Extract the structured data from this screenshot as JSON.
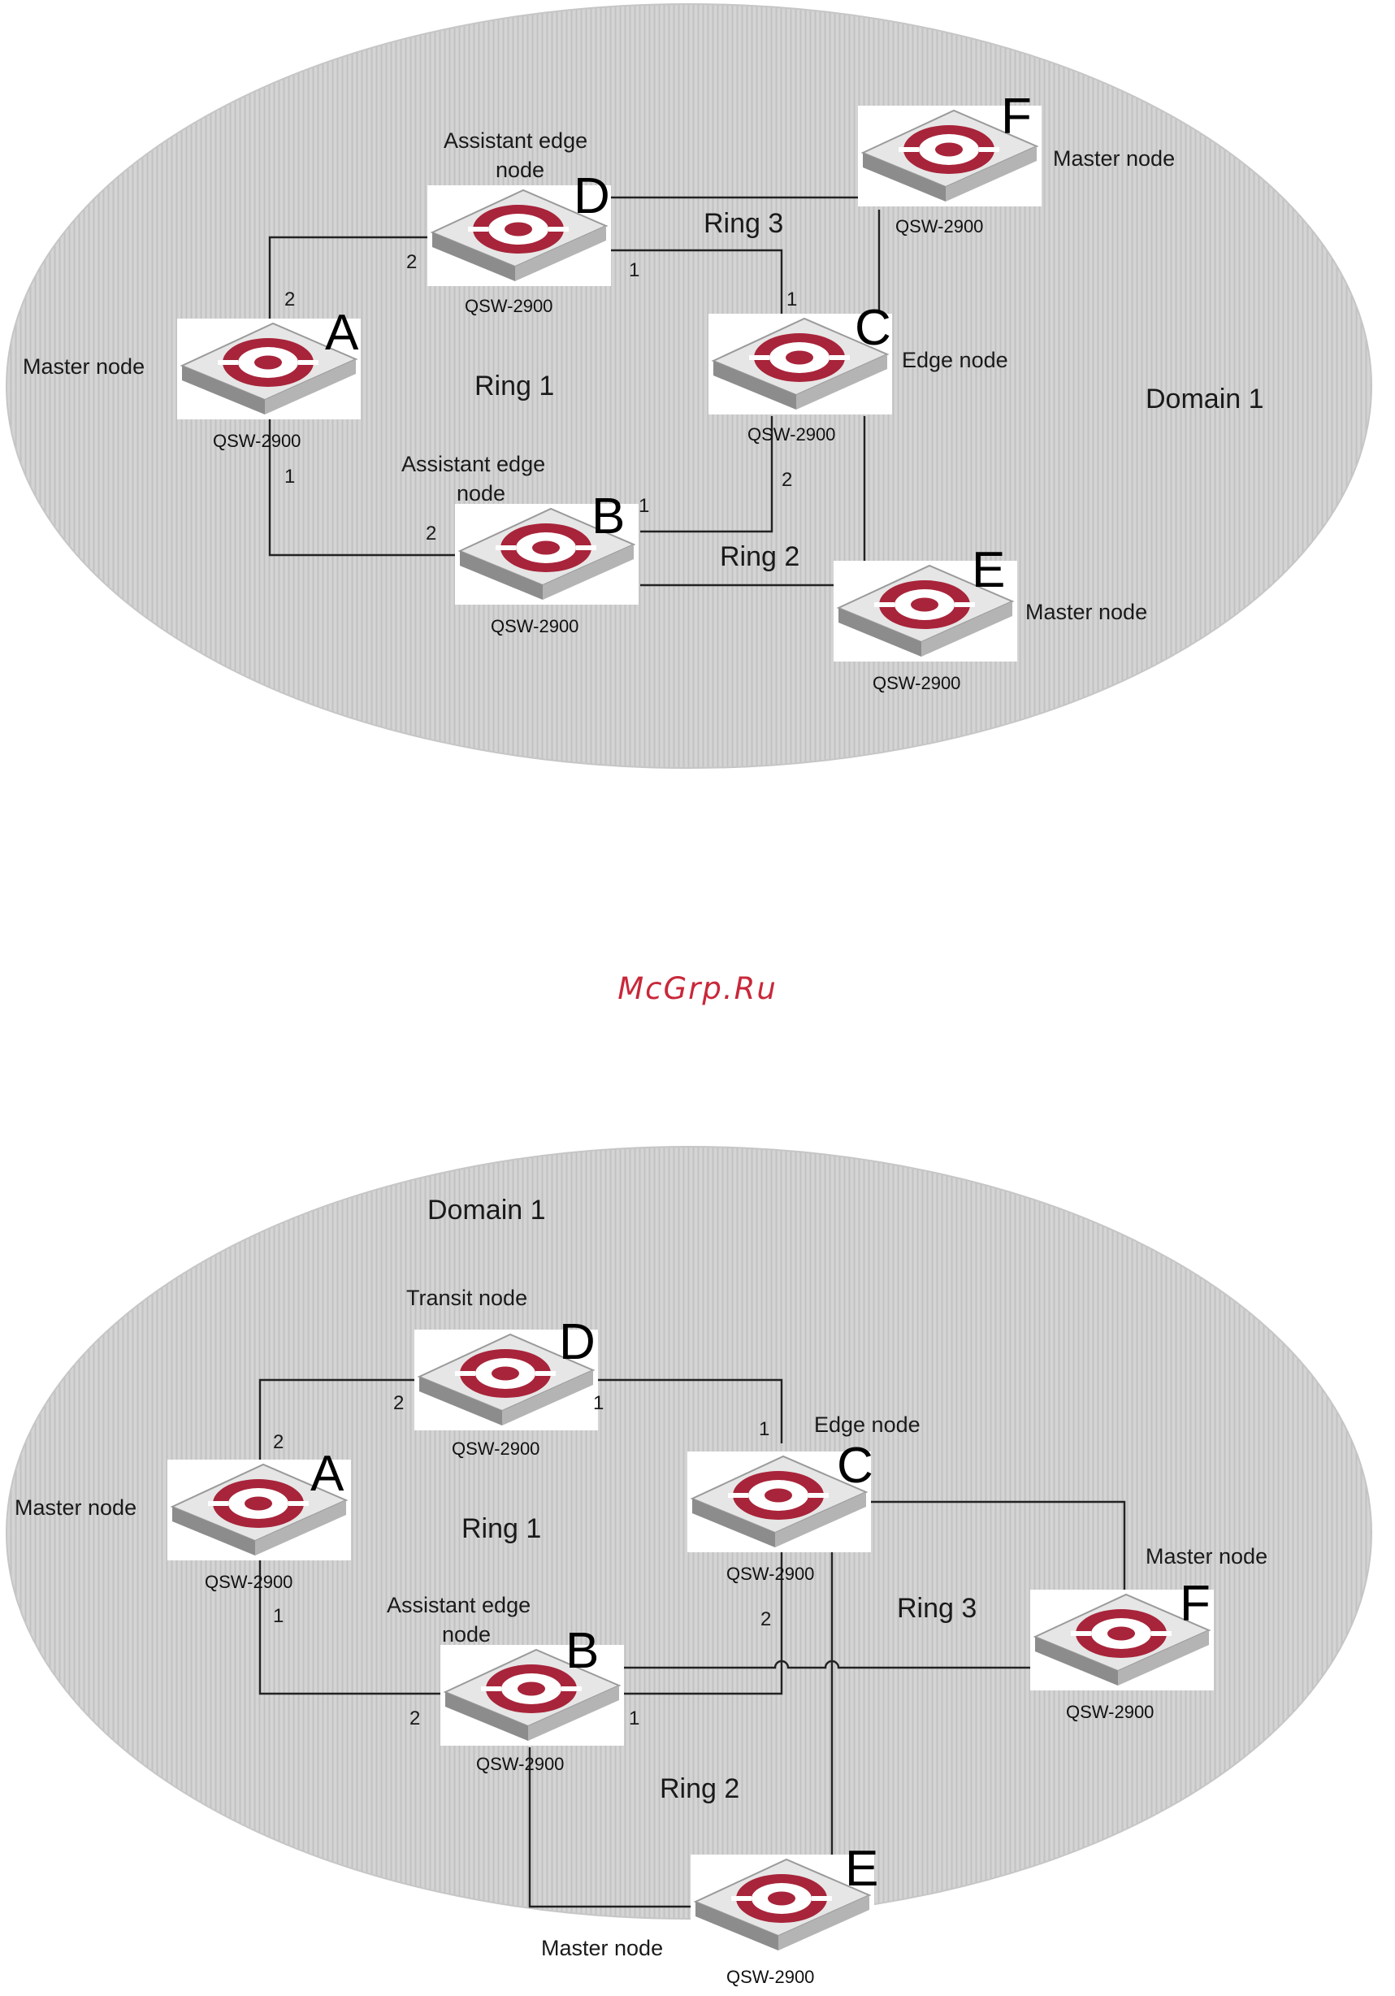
{
  "colors": {
    "domain_fill": "#cfcfcf",
    "switch_logo": "#a8243a",
    "link": "#222222"
  },
  "model_name": "QSW-2900",
  "watermark": "McGrp.Ru",
  "diagram_top": {
    "domain_label": "Domain 1",
    "rings": [
      "Ring 1",
      "Ring 2",
      "Ring 3"
    ],
    "nodes": {
      "A": {
        "letter": "A",
        "role_lines": [
          "Master node"
        ],
        "model": "QSW-2900"
      },
      "B": {
        "letter": "B",
        "role_lines": [
          "Assistant edge",
          "node"
        ],
        "model": "QSW-2900"
      },
      "C": {
        "letter": "C",
        "role_lines": [
          "Edge node"
        ],
        "model": "QSW-2900"
      },
      "D": {
        "letter": "D",
        "role_lines": [
          "Assistant edge",
          "node"
        ],
        "model": "QSW-2900"
      },
      "E": {
        "letter": "E",
        "role_lines": [
          "Master node"
        ],
        "model": "QSW-2900"
      },
      "F": {
        "letter": "F",
        "role_lines": [
          "Master node"
        ],
        "model": "QSW-2900"
      }
    },
    "ports": [
      "2",
      "2",
      "1",
      "1",
      "1",
      "2",
      "1",
      "2"
    ]
  },
  "diagram_bottom": {
    "domain_label": "Domain 1",
    "rings": [
      "Ring 1",
      "Ring 2",
      "Ring 3"
    ],
    "nodes": {
      "A": {
        "letter": "A",
        "role_lines": [
          "Master node"
        ],
        "model": "QSW-2900"
      },
      "B": {
        "letter": "B",
        "role_lines": [
          "Assistant edge",
          "node"
        ],
        "model": "QSW-2900"
      },
      "C": {
        "letter": "C",
        "role_lines": [
          "Edge node"
        ],
        "model": "QSW-2900"
      },
      "D": {
        "letter": "D",
        "role_lines": [
          "Transit node"
        ],
        "model": "QSW-2900"
      },
      "E": {
        "letter": "E",
        "role_lines": [
          "Master node"
        ],
        "model": "QSW-2900"
      },
      "F": {
        "letter": "F",
        "role_lines": [
          "Master node"
        ],
        "model": "QSW-2900"
      }
    },
    "ports": [
      "2",
      "2",
      "1",
      "1",
      "1",
      "2",
      "2",
      "1"
    ]
  }
}
